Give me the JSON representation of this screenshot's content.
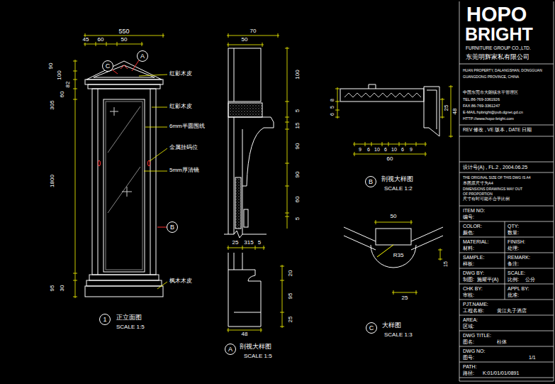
{
  "diagram": {
    "nodes": [
      {
        "text": [
          "C"
        ]
      },
      {
        "text": [
          "A"
        ]
      },
      {
        "text": [
          "B"
        ]
      },
      {
        "text": [
          "1"
        ]
      },
      {
        "text": [
          "A"
        ]
      },
      {
        "text": [
          "B"
        ]
      },
      {
        "text": [
          "C"
        ]
      }
    ],
    "labels": [
      "550",
      "45",
      "60",
      "50",
      "90",
      "100",
      "82",
      "305",
      "60",
      "1800",
      "95",
      "30",
      "红影木皮",
      "红影木皮",
      "6mm半圆围线",
      "金属挂码位",
      "5mm厚清镜",
      "枫木木皮",
      "正立面图",
      "SCALE 1:5",
      "70",
      "50",
      "100",
      "5",
      "15",
      "90",
      "90",
      "60",
      "5",
      "25",
      "315",
      "5",
      "20",
      "95",
      "25",
      "48",
      "剖视大样图",
      "SCALE 1:5",
      "8",
      "5",
      "6",
      "25",
      "48",
      "9",
      "6",
      "10",
      "6",
      "10",
      "6",
      "9",
      "60",
      "剖视大样图",
      "SCALE 1:2",
      "50",
      "R35",
      "15",
      "25",
      "大样图",
      "SCALE 1:3",
      "HOPO",
      "BRIGHT",
      "FURNITURE GROUP CO.,LTD.",
      "东莞明辉家私有限公司",
      "HUAN PROPERTY, DALANGSHAN, DONGGUAN",
      "GUANGDONG PROVINCE, CHINA",
      "中国东莞市大朗镇水平管理区",
      "TEL:86-769-3361926",
      "FAX:86-769-3361247",
      "E-MAIL:hpbright@pub.dgnet.gd.cn",
      "HTTP://www.hopo-bright.com",
      "REV 修改 , VE 版本 , DATE 日期",
      "设计号(A) , FL.2 , 2004.06.25",
      "THE ORIGINAL SIZE OF THIS DWG IS A4",
      "本图原尺寸为A4",
      "DIMENSIONS DRAWINGS MAY OUT",
      "OF PROPORTION",
      "尺寸有时可能不合乎比例",
      "ITEM NO:",
      "编号:",
      "COLOR:",
      "QTY:",
      "颜色:",
      "数量:",
      "MATERIAL:",
      "FINISH:",
      "材料:",
      "处理:",
      "SAMPLE:",
      "REMARK:",
      "样板:",
      "备注:",
      "DWG BY:",
      "SCALE:",
      "制图:",
      "施耀平(A)",
      "比例:",
      "公分",
      "CHK BY:",
      "APPL BY:",
      "审核:",
      "批准:",
      "PJT.NAME:",
      "工程名称:",
      "黄江丸子酒店",
      "AREA:",
      "区域:",
      "DWG TITLE:",
      "图名:",
      "柱体",
      "DWG NO:",
      "图号:",
      "1/1",
      "PATH:",
      "路径:",
      "K:01/01/01/0891"
    ]
  }
}
